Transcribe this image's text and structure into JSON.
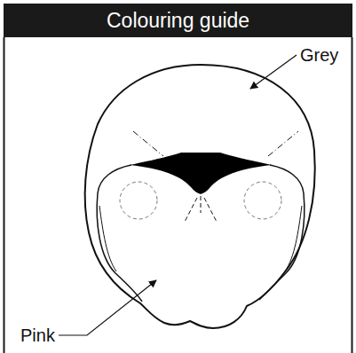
{
  "diagram": {
    "title": "Colouring guide",
    "labels": [
      "Grey",
      "Pink"
    ]
  }
}
